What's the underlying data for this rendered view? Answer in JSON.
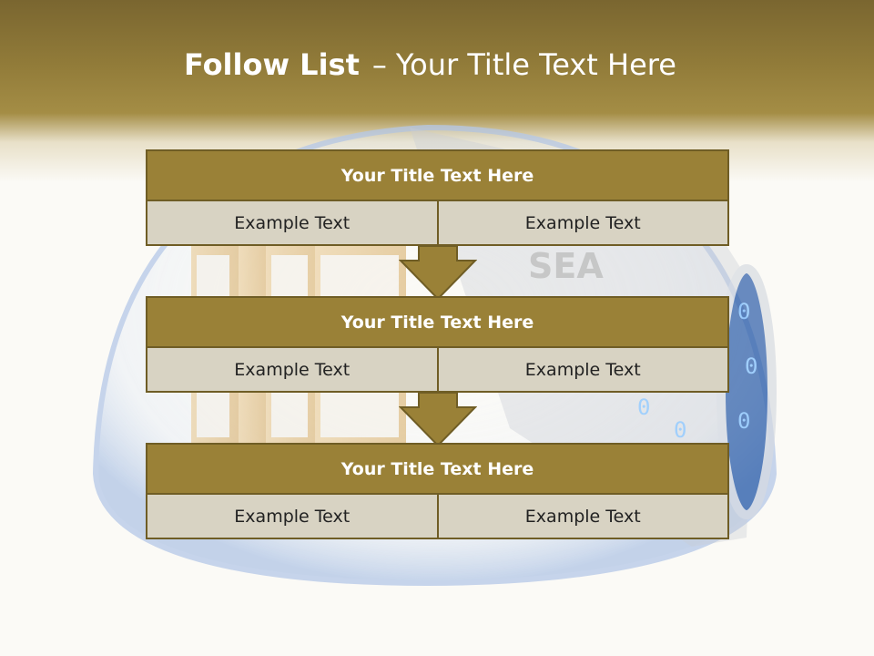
{
  "slide": {
    "title_bold": "Follow List",
    "title_separator": "–",
    "title_rest": "Your Title Text Here"
  },
  "blocks": [
    {
      "title": "Your Title Text Here",
      "cells": [
        "Example Text",
        "Example Text"
      ]
    },
    {
      "title": "Your Title Text Here",
      "cells": [
        "Example Text",
        "Example Text"
      ]
    },
    {
      "title": "Your Title Text Here",
      "cells": [
        "Example Text",
        "Example Text"
      ]
    }
  ],
  "illustration": {
    "watermark_text": "SEA",
    "binary_digits": [
      "0",
      "0",
      "0",
      "0",
      "0"
    ]
  },
  "colors": {
    "header_band": "#917b39",
    "block_title_bg": "#9a8137",
    "block_border": "#6f5d25",
    "block_cell_bg": "#d8d3c3",
    "arrow_fill": "#9a8137"
  }
}
